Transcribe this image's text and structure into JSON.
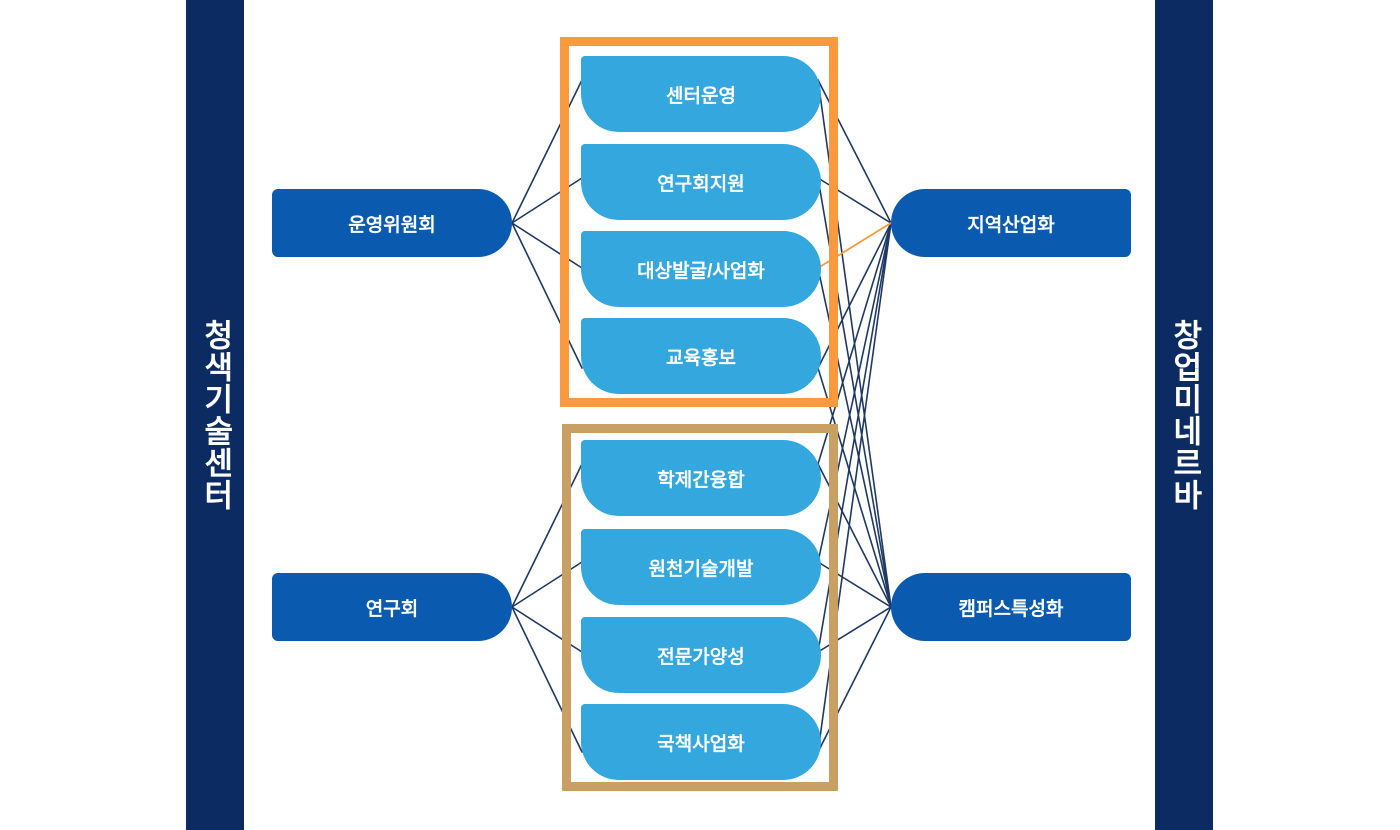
{
  "diagram": {
    "type": "organization-structure",
    "title_left_banner": "청색기술센터",
    "title_right_banner": "창업미네르바",
    "colors": {
      "banner_navy": "#0C2B63",
      "primary_node_blue": "#0A5BAF",
      "sub_node_blue": "#33A7DE",
      "group_top_border_orange": "#FB9A3C",
      "group_bottom_border_tan": "#C9A063",
      "connector_navy": "#1F3864",
      "connector_highlight_orange": "#FB9A3C",
      "background": "#FFFFFF"
    }
  },
  "banners": {
    "left": {
      "label": "청색기술센터"
    },
    "right": {
      "label": "창업미네르바"
    }
  },
  "nodes": {
    "left_top": {
      "label": "운영위원회"
    },
    "left_bottom": {
      "label": "연구회"
    },
    "right_top": {
      "label": "지역산업화"
    },
    "right_bottom": {
      "label": "캠퍼스특성화"
    }
  },
  "groups": [
    {
      "id": "group-top",
      "border_color": "#FB9A3C",
      "items": [
        {
          "label": "센터운영"
        },
        {
          "label": "연구회지원"
        },
        {
          "label": "대상발굴/사업화"
        },
        {
          "label": "교육홍보"
        }
      ]
    },
    {
      "id": "group-bottom",
      "border_color": "#C9A063",
      "items": [
        {
          "label": "학제간융합"
        },
        {
          "label": "원천기술개발"
        },
        {
          "label": "전문가양성"
        },
        {
          "label": "국책사업화"
        }
      ]
    }
  ],
  "connections": {
    "left_top_to_group_top": [
      "센터운영",
      "연구회지원",
      "대상발굴/사업화",
      "교육홍보"
    ],
    "group_top_to_right_top": [
      "센터운영",
      "연구회지원",
      "대상발굴/사업화",
      "교육홍보"
    ],
    "left_bottom_to_group_bottom": [
      "학제간융합",
      "원천기술개발",
      "전문가양성",
      "국책사업화"
    ],
    "group_bottom_to_right_bottom": [
      "학제간융합",
      "원천기술개발",
      "전문가양성",
      "국책사업화"
    ],
    "right_top_to_group_bottom": [
      "학제간융합",
      "원천기술개발",
      "전문가양성",
      "국책사업화"
    ],
    "right_bottom_to_group_top": [
      "센터운영",
      "연구회지원",
      "대상발굴/사업화",
      "교육홍보"
    ],
    "highlighted_orange": "대상발굴/사업화 → 지역산업화"
  }
}
